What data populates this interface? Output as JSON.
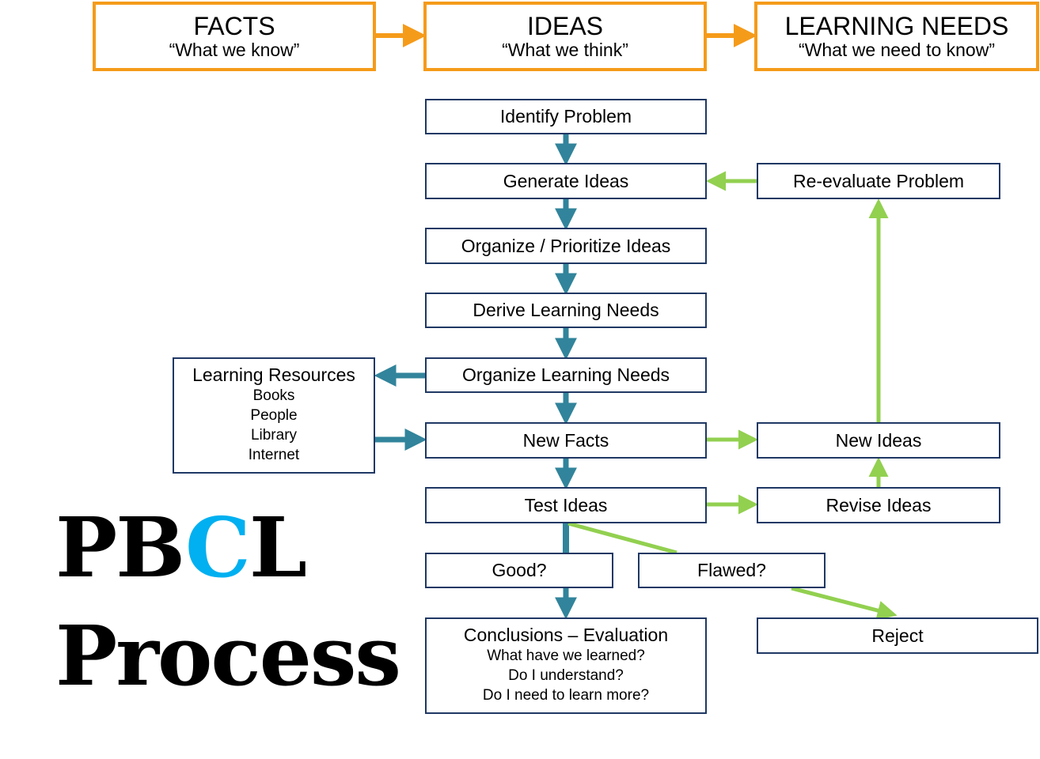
{
  "header": {
    "facts": {
      "title": "FACTS",
      "subtitle": "“What we know”"
    },
    "ideas": {
      "title": "IDEAS",
      "subtitle": "“What we think”"
    },
    "needs": {
      "title": "LEARNING NEEDS",
      "subtitle": "“What we need to know”"
    }
  },
  "steps": {
    "identify": "Identify Problem",
    "generate": "Generate Ideas",
    "organize_ideas": "Organize / Prioritize Ideas",
    "derive": "Derive Learning Needs",
    "organize_needs": "Organize Learning Needs",
    "new_facts": "New Facts",
    "test": "Test Ideas",
    "good": "Good?",
    "flawed": "Flawed?",
    "reevaluate": "Re-evaluate Problem",
    "new_ideas": "New Ideas",
    "revise": "Revise Ideas",
    "reject": "Reject"
  },
  "resources": {
    "title": "Learning Resources",
    "items": [
      "Books",
      "People",
      "Library",
      "Internet"
    ]
  },
  "conclusions": {
    "title": "Conclusions – Evaluation",
    "questions": [
      "What have we learned?",
      "Do I understand?",
      "Do I need to learn more?"
    ]
  },
  "title": {
    "line1_part1": "PB",
    "line1_highlight": "C",
    "line1_part2": "L",
    "line2": "Process"
  },
  "colors": {
    "header_border": "#f59b1a",
    "box_border": "#1f3864",
    "teal_arrow": "#31849b",
    "green_arrow": "#92d050",
    "title_highlight": "#00b0f0"
  }
}
